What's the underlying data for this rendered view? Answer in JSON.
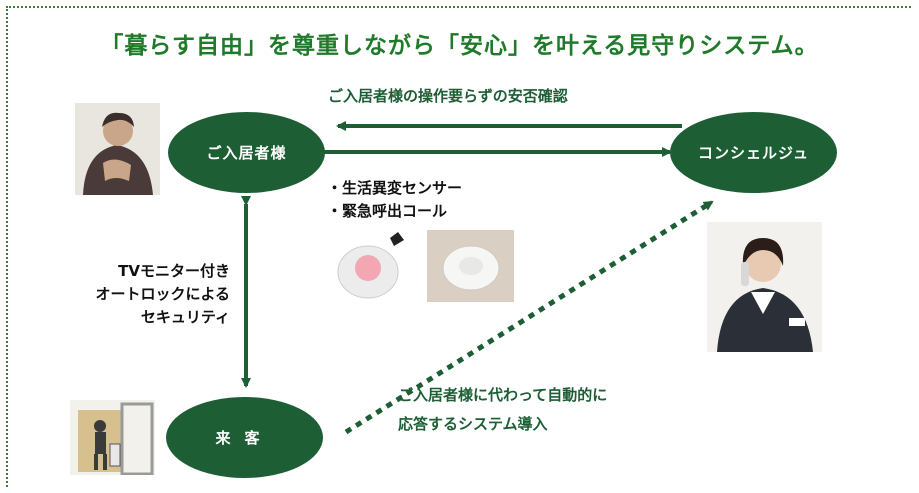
{
  "title": "「暮らす自由」を尊重しながら「安心」を叶える見守りシステム。",
  "nodes": {
    "resident": "ご入居者様",
    "concierge": "コンシェルジュ",
    "visitor": "来客"
  },
  "labels": {
    "top": "ご入居者様の操作要らずの安否確認",
    "sensors": [
      "・生活異変センサー",
      "・緊急呼出コール"
    ],
    "security": [
      "TVモニター付き",
      "オートロックによる",
      "セキュリティ"
    ],
    "auto_response": [
      "ご入居者様に代わって自動的に",
      "応答するシステム導入"
    ]
  },
  "colors": {
    "accent": "#1d5e34",
    "title": "#1f7a2a",
    "frame": "#3f7a3a"
  }
}
